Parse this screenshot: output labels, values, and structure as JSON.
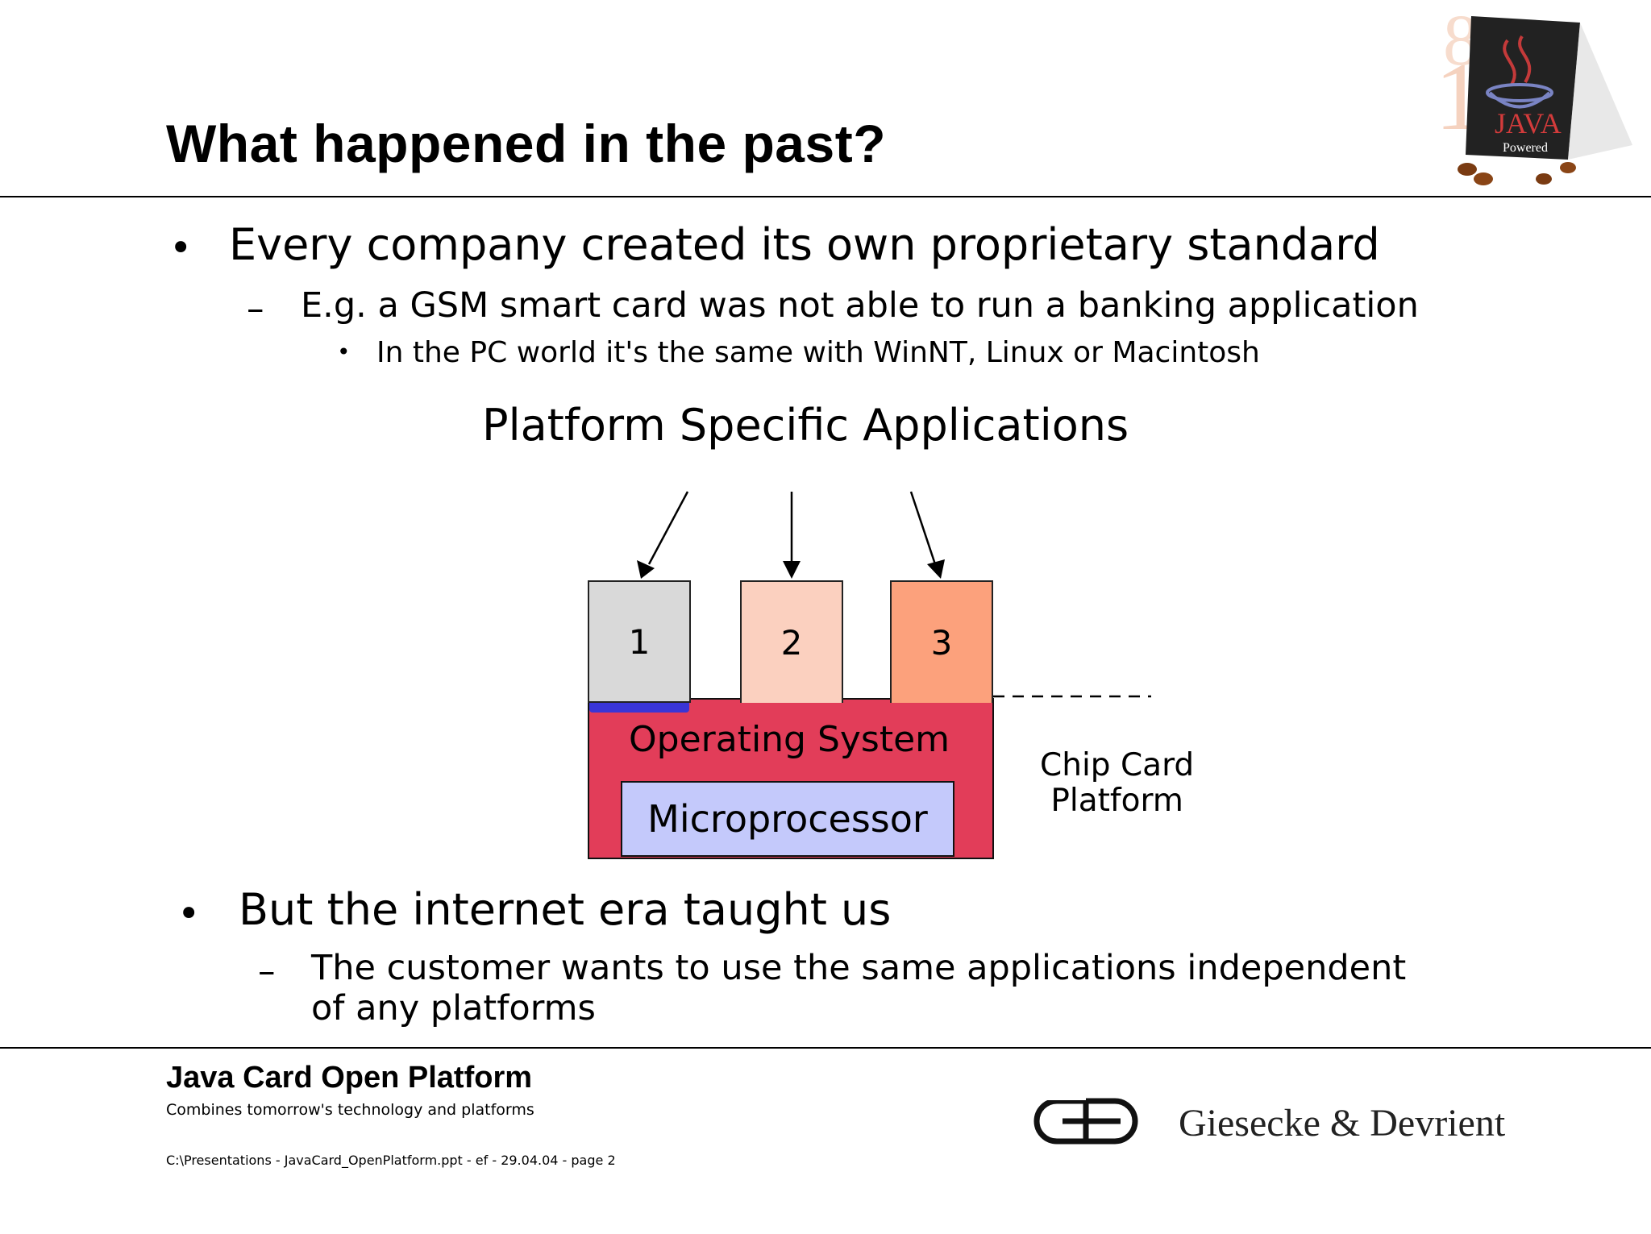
{
  "slide": {
    "title": "What happened in the past?",
    "bullets": [
      {
        "level": 1,
        "text": "Every company created its own proprietary standard"
      },
      {
        "level": 2,
        "marker": "–",
        "text": "E.g. a GSM smart card was not able to run a banking application"
      },
      {
        "level": 3,
        "marker": "•",
        "text": "In the PC world it's the same with WinNT, Linux or Macintosh"
      }
    ],
    "bullets2": [
      {
        "level": 1,
        "text": "But the internet era taught us"
      },
      {
        "level": 2,
        "marker": "–",
        "text_line1": "The customer wants to use the same applications independent",
        "text_line2": "of any platforms"
      }
    ],
    "bullet_marker": "•"
  },
  "diagram": {
    "title": "Platform Specific Applications",
    "apps": [
      {
        "label": "1",
        "color": "#d9d9d9"
      },
      {
        "label": "2",
        "color": "#fbd0bf"
      },
      {
        "label": "3",
        "color": "#fca17c"
      }
    ],
    "os_label": "Operating System",
    "cpu_label": "Microprocessor",
    "platform_label_line1": "Chip Card",
    "platform_label_line2": "Platform",
    "colors": {
      "os": "#e23d59",
      "cpu": "#c4c9fb",
      "accent": "#3a35d6"
    }
  },
  "logo": {
    "java_text": "JAVA",
    "powered_text": "Powered"
  },
  "footer": {
    "title": "Java Card Open Platform",
    "subtitle": "Combines tomorrow's technology and platforms",
    "path": "C:\\Presentations - JavaCard_OpenPlatform.ppt - ef - 29.04.04 - page 2",
    "company": "Giesecke & Devrient"
  }
}
